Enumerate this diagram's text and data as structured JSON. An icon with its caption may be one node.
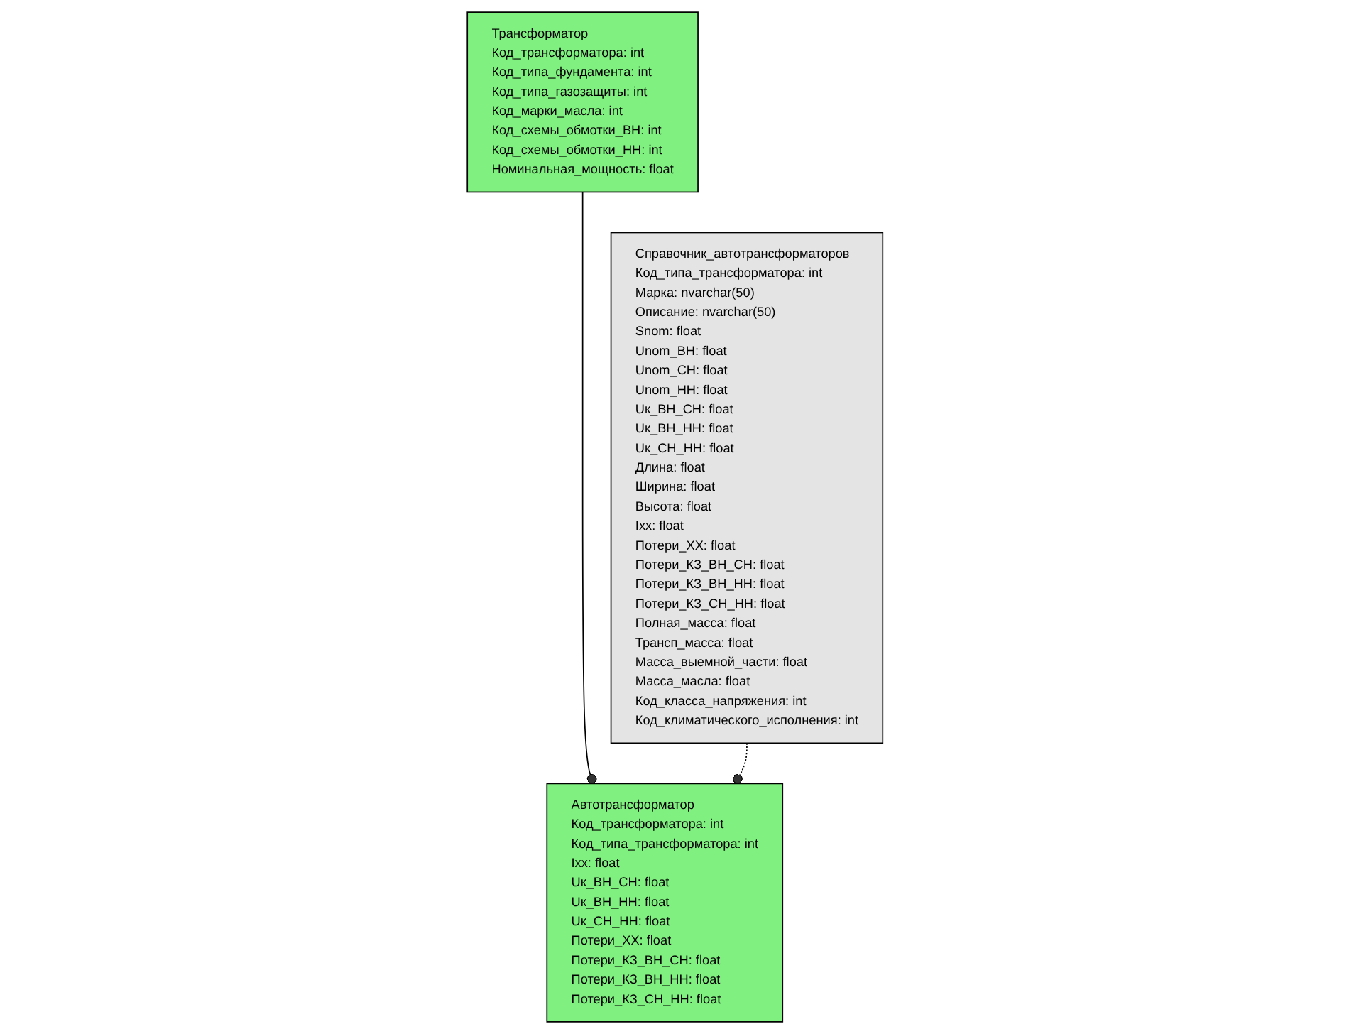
{
  "diagram": {
    "nodes": [
      {
        "text": [
          "Трансформатор",
          "Код_трансформатора: int",
          "Код_типа_фундамента: int",
          "Код_типа_газозащиты: int",
          "Код_марки_масла: int",
          "Код_схемы_обмотки_ВН: int",
          "Код_схемы_обмотки_НН: int",
          "Номинальная_мощность: float"
        ]
      },
      {
        "text": [
          "Автотрансформатор",
          "Код_трансформатора: int",
          "Код_типа_трансформатора: int",
          "Ixx: float",
          "Uк_ВН_СН: float",
          "Uк_ВН_НН: float",
          "Uк_СН_НН: float",
          "Потери_ХХ: float",
          "Потери_КЗ_ВН_СН: float",
          "Потери_КЗ_ВН_НН: float",
          "Потери_КЗ_СН_НН: float"
        ]
      },
      {
        "text": [
          "Справочник_автотрансформаторов",
          "Код_типа_трансформатора: int",
          "Марка: nvarchar(50)",
          "Описание: nvarchar(50)",
          "Snom: float",
          "Unom_ВН: float",
          "Unom_СН: float",
          "Unom_НН: float",
          "Uк_ВН_СН: float",
          "Uк_ВН_НН: float",
          "Uк_СН_НН: float",
          "Длина: float",
          "Ширина: float",
          "Высота: float",
          "Ixx: float",
          "Потери_ХХ: float",
          "Потери_КЗ_ВН_СН: float",
          "Потери_КЗ_ВН_НН: float",
          "Потери_КЗ_СН_НН: float",
          "Полная_масса: float",
          "Трансп_масса: float",
          "Масса_выемной_части: float",
          "Масса_масла: float",
          "Код_класса_напряжения: int",
          "Код_климатического_исполнения: int"
        ]
      }
    ],
    "edges": [
      {
        "from": 0,
        "to": 1,
        "arrow": "other"
      },
      {
        "from": 2,
        "to": 1,
        "arrow": "other",
        "style": "dashed"
      }
    ]
  }
}
